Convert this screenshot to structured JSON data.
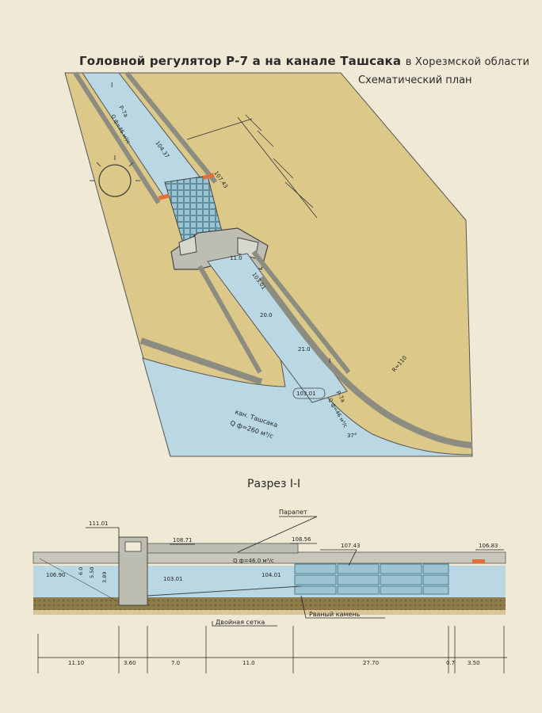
{
  "header": {
    "title": "Головной регулятор Р-7 а на канале Ташсака",
    "title_region": "в Хорезмской области",
    "subtitle": "Схематический план"
  },
  "plan": {
    "label_channel_top": "Р-7а",
    "label_flow_top": "Q ф=46 м³/с",
    "label_main_canal": "кан. Ташсака",
    "label_main_flow": "Q ф=260 м³/с",
    "label_channel_bottom": "Р-7а",
    "label_flow_bottom": "Q ф=46 м³/с",
    "elev_upper": "104.37",
    "elev_gate": "107.43",
    "elev_lower": "103.01",
    "elev_canal": "103.01",
    "radius": "R=110",
    "angle": "37°",
    "dim_a": "11.0",
    "dim_b": "20.0",
    "dim_c": "21.0",
    "section_mark": "I"
  },
  "section": {
    "title": "Разрез I-I",
    "label_parapet": "Парапет",
    "label_double_mesh": "Двойная сетка",
    "label_riprap": "Рваный камень",
    "flow": "Q ф=46.0 м³/с",
    "elevations": {
      "e11101": "111.01",
      "e10871": "108.71",
      "e10856": "108.56",
      "e10743": "107.43",
      "e10683": "106.83",
      "e10690": "106.90",
      "e10301": "103.01",
      "e10401": "104.01"
    },
    "depths": [
      "6.0",
      "5.50",
      "3.89"
    ],
    "dimensions": [
      "11.10",
      "3.60",
      "7.0",
      "11.0",
      "27.70",
      "0.7",
      "3.50"
    ]
  },
  "colors": {
    "paper": "#efe9d6",
    "land": "#dcc98a",
    "water": "#b9d8e3",
    "concrete": "#bdbdb1",
    "ground": "#7a6a3a",
    "accent": "#e0703a"
  }
}
